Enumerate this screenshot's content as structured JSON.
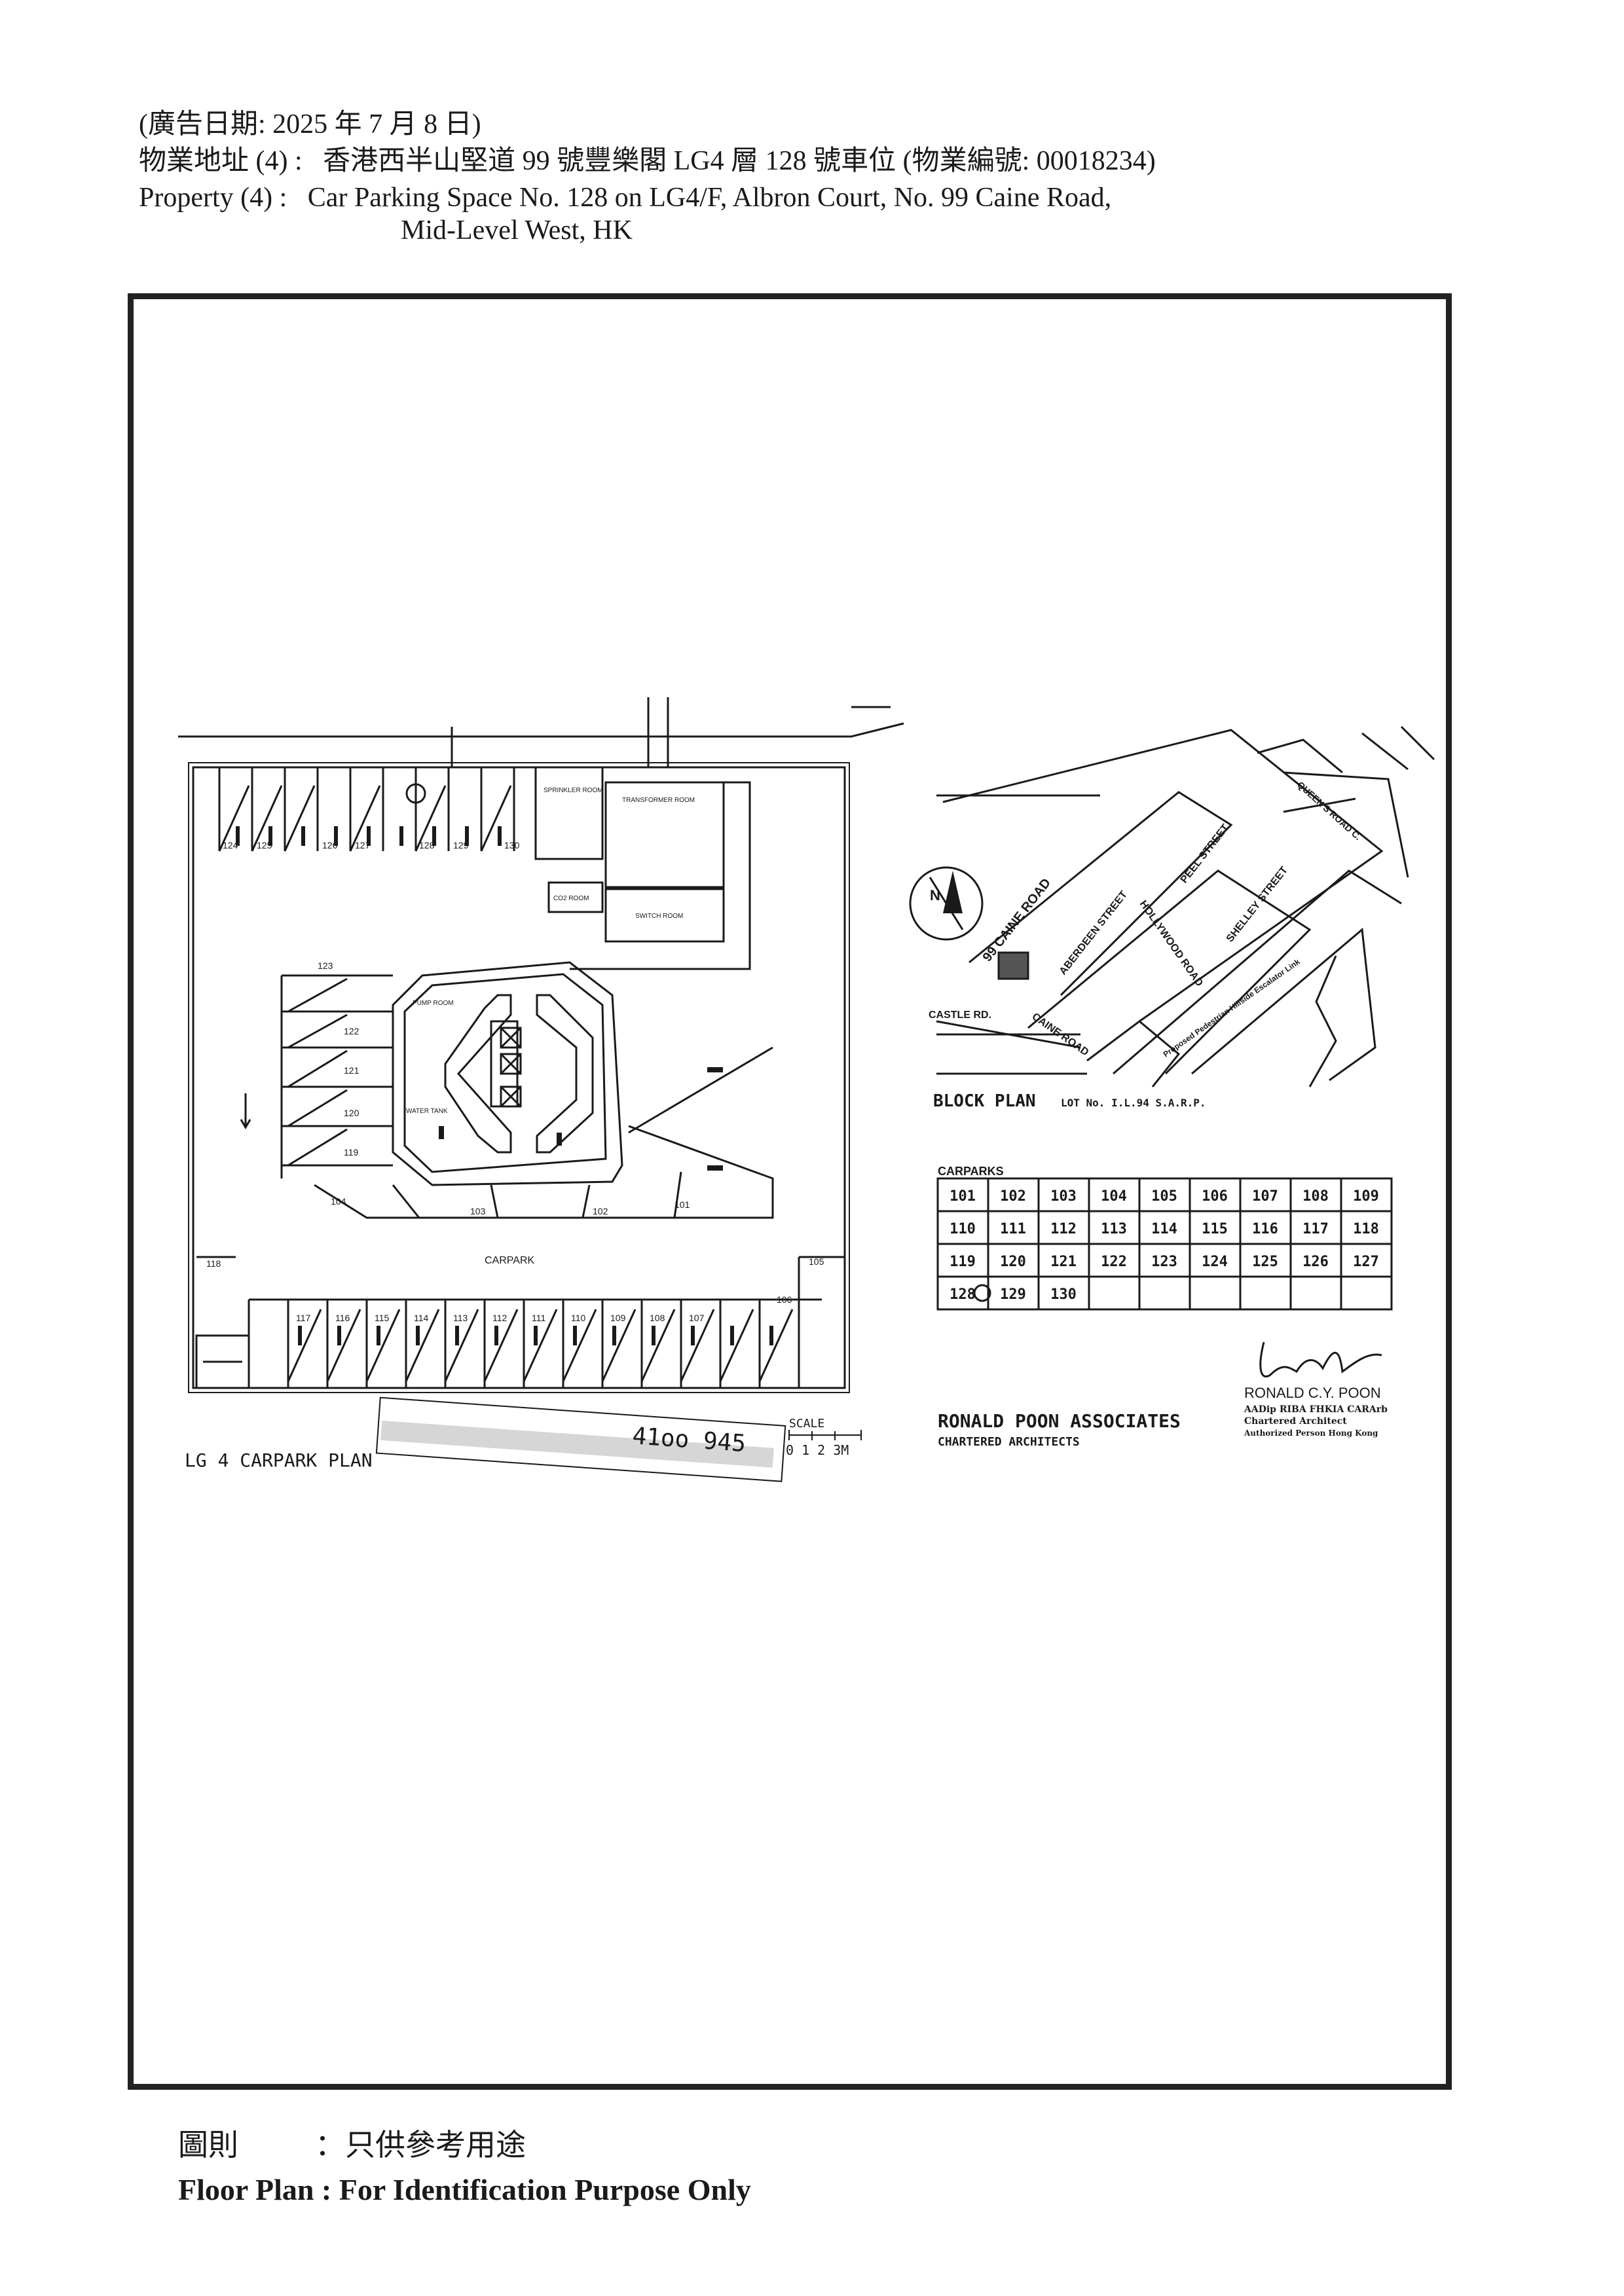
{
  "header": {
    "ad_date": "(廣告日期:   2025 年 7 月 8 日)",
    "address_zh_label": "物業地址  (4) :",
    "address_zh": "香港西半山堅道 99 號豐樂閣 LG4 層 128 號車位  (物業編號: 00018234)",
    "property_label": "Property    (4) :",
    "property_line1": "Car Parking Space No. 128 on LG4/F, Albron Court, No. 99 Caine Road,",
    "property_line2": "Mid-Level West, HK"
  },
  "plan": {
    "title": "LG 4   CARPARK  PLAN",
    "stamp_number": "41oo 945",
    "scale_label": "SCALE",
    "scale_ticks": "0  1  2  3M",
    "carpark_label": "CARPARK",
    "rooms": {
      "sprinkler": "SPRINKLER ROOM",
      "transformer": "TRANSFORMER ROOM",
      "co2": "CO2 ROOM",
      "switch": "SWITCH ROOM",
      "pump": "PUMP ROOM",
      "water_tank": "WATER TANK"
    },
    "bay_numbers_top": [
      "124",
      "125",
      "126",
      "127",
      "128",
      "129",
      "130"
    ],
    "bay_numbers_left": [
      "123",
      "122",
      "121",
      "120",
      "119"
    ],
    "bay_numbers_ring": [
      "104",
      "103",
      "102",
      "101"
    ],
    "bay_numbers_bottom": [
      "118",
      "117",
      "116",
      "115",
      "114",
      "113",
      "112",
      "111",
      "110",
      "109",
      "108",
      "107",
      "106",
      "105"
    ]
  },
  "block_plan": {
    "title": "BLOCK  PLAN",
    "lot": "LOT No. I.L.94  S.A.R.P.",
    "north": "N",
    "roads": {
      "caine": "99 CAINE ROAD",
      "caine2": "CAINE ROAD",
      "aberdeen": "ABERDEEN STREET",
      "hollywood": "HOLLYWOOD ROAD",
      "peel": "PEEL STREET",
      "shelley": "SHELLEY STREET",
      "queens": "QUEEN'S ROAD C.",
      "castle": "CASTLE RD.",
      "escalator": "Proposed Pedestrian Hillside Escalator Link"
    }
  },
  "carparks_table": {
    "title": "CARPARKS",
    "rows": [
      [
        "101",
        "102",
        "103",
        "104",
        "105",
        "106",
        "107",
        "108",
        "109"
      ],
      [
        "110",
        "111",
        "112",
        "113",
        "114",
        "115",
        "116",
        "117",
        "118"
      ],
      [
        "119",
        "120",
        "121",
        "122",
        "123",
        "124",
        "125",
        "126",
        "127"
      ],
      [
        "128",
        "129",
        "130",
        "",
        "",
        "",
        "",
        "",
        ""
      ]
    ]
  },
  "architect": {
    "firm": "RONALD  POON  ASSOCIATES",
    "firm_sub": "CHARTERED  ARCHITECTS",
    "name": "RONALD C.Y. POON",
    "quals": "AADip RIBA FHKIA CARArb",
    "title1": "Chartered   Architect",
    "title2": "Authorized Person Hong Kong"
  },
  "footer": {
    "zh_label": "圖則",
    "zh_text": "：只供參考用途",
    "en": "Floor Plan : For Identification Purpose Only"
  },
  "colors": {
    "ink": "#1a1a1a",
    "frame": "#222222",
    "paper": "#ffffff"
  }
}
